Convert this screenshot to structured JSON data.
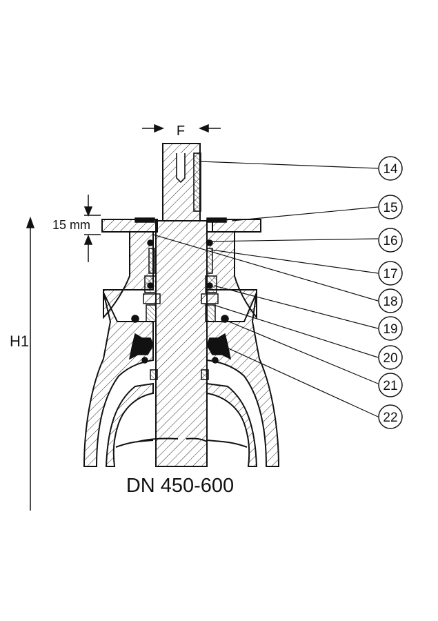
{
  "dimensions": {
    "flat_label": "F",
    "flange_label": "15 mm",
    "height_label": "H1"
  },
  "callouts": [
    "14",
    "15",
    "16",
    "17",
    "18",
    "19",
    "20",
    "21",
    "22"
  ],
  "caption": "DN 450-600",
  "colors": {
    "line": "#111111",
    "background": "#ffffff"
  }
}
